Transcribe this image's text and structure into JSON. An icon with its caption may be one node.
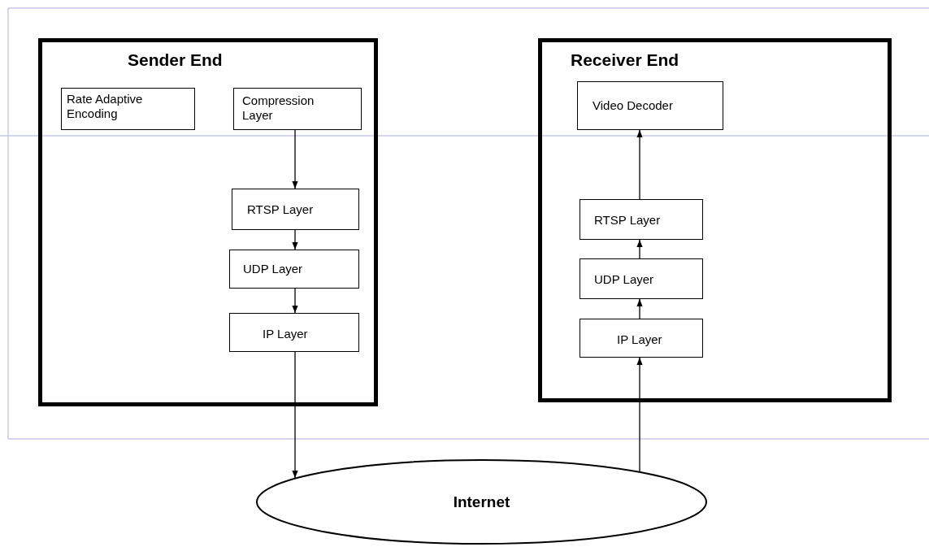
{
  "diagram": {
    "nodes": [
      {
        "text": [
          "Sender End"
        ]
      },
      {
        "text": [
          "Rate Adaptive Encoding"
        ],
        "in": 0
      },
      {
        "text": [
          "Compression Layer"
        ],
        "in": 0
      },
      {
        "text": [
          "RTSP Layer"
        ],
        "in": 0
      },
      {
        "text": [
          "UDP Layer"
        ],
        "in": 0
      },
      {
        "text": [
          "IP Layer"
        ],
        "in": 0
      },
      {
        "text": [
          "Receiver End"
        ]
      },
      {
        "text": [
          "Video Decoder"
        ],
        "in": 6
      },
      {
        "text": [
          "RTSP Layer"
        ],
        "in": 6
      },
      {
        "text": [
          "UDP Layer"
        ],
        "in": 6
      },
      {
        "text": [
          "IP Layer"
        ],
        "in": 6
      },
      {
        "text": [
          "Internet"
        ]
      }
    ],
    "edges": [
      {
        "from": 2,
        "to": 3,
        "arrow": "to"
      },
      {
        "from": 3,
        "to": 4,
        "arrow": "to"
      },
      {
        "from": 4,
        "to": 5,
        "arrow": "to"
      },
      {
        "from": 5,
        "to": 11,
        "arrow": "to"
      },
      {
        "from": 11,
        "to": 10,
        "arrow": "to"
      },
      {
        "from": 10,
        "to": 9,
        "arrow": "to"
      },
      {
        "from": 9,
        "to": 8,
        "arrow": "to"
      },
      {
        "from": 8,
        "to": 7,
        "arrow": "to"
      }
    ]
  }
}
